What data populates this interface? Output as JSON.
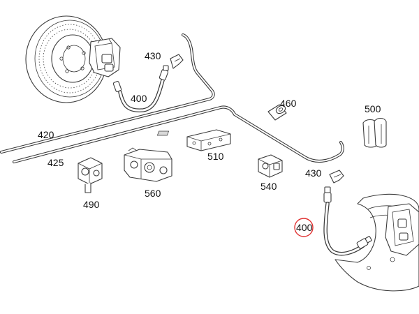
{
  "colors": {
    "line": "#3a3a3a",
    "text": "#111111",
    "highlight": "#e03030",
    "background": "#ffffff"
  },
  "callouts": {
    "c430_top": "430",
    "c400_top": "400",
    "c460": "460",
    "c500": "500",
    "c420": "420",
    "c425": "425",
    "c510": "510",
    "c490": "490",
    "c560": "560",
    "c540": "540",
    "c430_right": "430",
    "c400_selected": "400"
  },
  "selected_part": "400"
}
